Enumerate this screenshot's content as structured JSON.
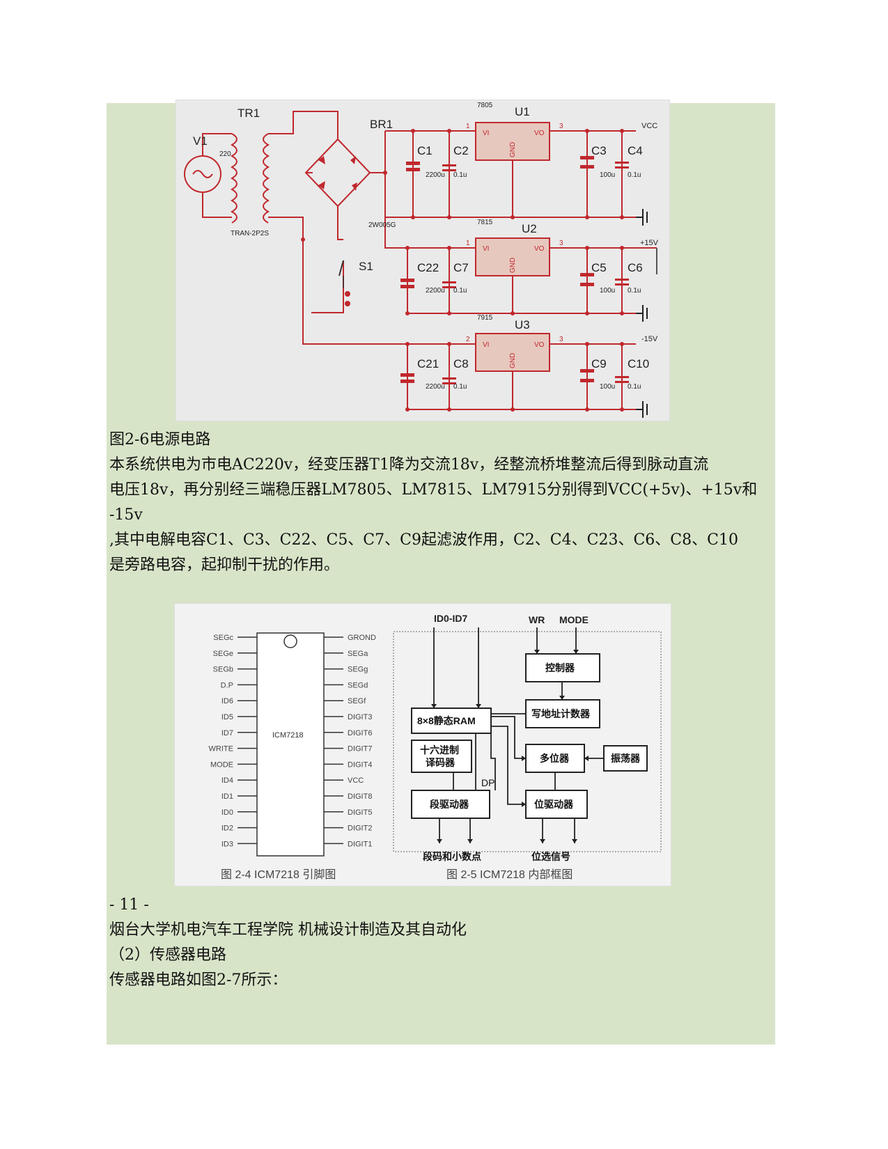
{
  "circuit": {
    "labels": {
      "TR1": "TR1",
      "V1": "V1",
      "v220": "220",
      "TRAN": "TRAN-2P2S",
      "BR1": "BR1",
      "bridge_part": "2W005G",
      "S1": "S1",
      "U1": "U1",
      "U2": "U2",
      "U3": "U3",
      "r7805": "7805",
      "r7815": "7815",
      "r7915": "7915",
      "vi": "VI",
      "vo": "VO",
      "gnd": "GND",
      "p1": "1",
      "p2": "2",
      "p3": "3",
      "VCC": "VCC",
      "p15": "+15V",
      "m15": "-15V",
      "C1": "C1",
      "C2": "C2",
      "C3": "C3",
      "C4": "C4",
      "C22": "C22",
      "C7": "C7",
      "C5": "C5",
      "C6": "C6",
      "C21": "C21",
      "C8": "C8",
      "C9": "C9",
      "C10": "C10",
      "c2200": "2200u",
      "c01": "0.1u",
      "c100": "100u"
    }
  },
  "caption_power": "图2-6电源电路",
  "paragraph": {
    "line1": "本系统供电为市电AC220v，经变压器T1降为交流18v，经整流桥堆整流后得到脉动直流",
    "line2": "电压18v，再分别经三端稳压器LM7805、LM7815、LM7915分别得到VCC(+5v)、+15v和",
    "line3": "-15v",
    "line4": ",其中电解电容C1、C3、C22、C5、C7、C9起滤波作用，C2、C4、C23、C6、C8、C10",
    "line5": "是旁路电容，起抑制干扰的作用。"
  },
  "icm": {
    "chip_name": "ICM7218",
    "left_pins": [
      "SEGc",
      "SEGe",
      "SEGb",
      "D.P",
      "ID6",
      "ID5",
      "ID7",
      "WRITE",
      "MODE",
      "ID4",
      "ID1",
      "ID0",
      "ID2",
      "ID3"
    ],
    "right_pins": [
      "GROND",
      "SEGa",
      "SEGg",
      "SEGd",
      "SEGf",
      "DIGIT3",
      "DIGIT6",
      "DIGIT7",
      "DIGIT4",
      "VCC",
      "DIGIT8",
      "DIGIT5",
      "DIGIT2",
      "DIGIT1"
    ],
    "top_id": "ID0-ID7",
    "top_wr": "WR",
    "top_mode": "MODE",
    "blocks": {
      "controller": "控制器",
      "ram": "8×8静态RAM",
      "addr": "写地址计数器",
      "hex": "十六进制",
      "hex2": "译码器",
      "mux": "多位器",
      "osc": "振荡器",
      "seg": "段驱动器",
      "dig": "位驱动器"
    },
    "dp": "DP",
    "out_seg": "段码和小数点",
    "out_dig": "位选信号",
    "caption_left": "图 2-4 ICM7218 引脚图",
    "caption_right": "图 2-5 ICM7218 内部框图"
  },
  "footer": {
    "page": "- 11 -",
    "school": "烟台大学机电汽车工程学院 机械设计制造及其自动化",
    "section": "（2）传感器电路",
    "intro": "传感器电路如图2-7所示："
  }
}
